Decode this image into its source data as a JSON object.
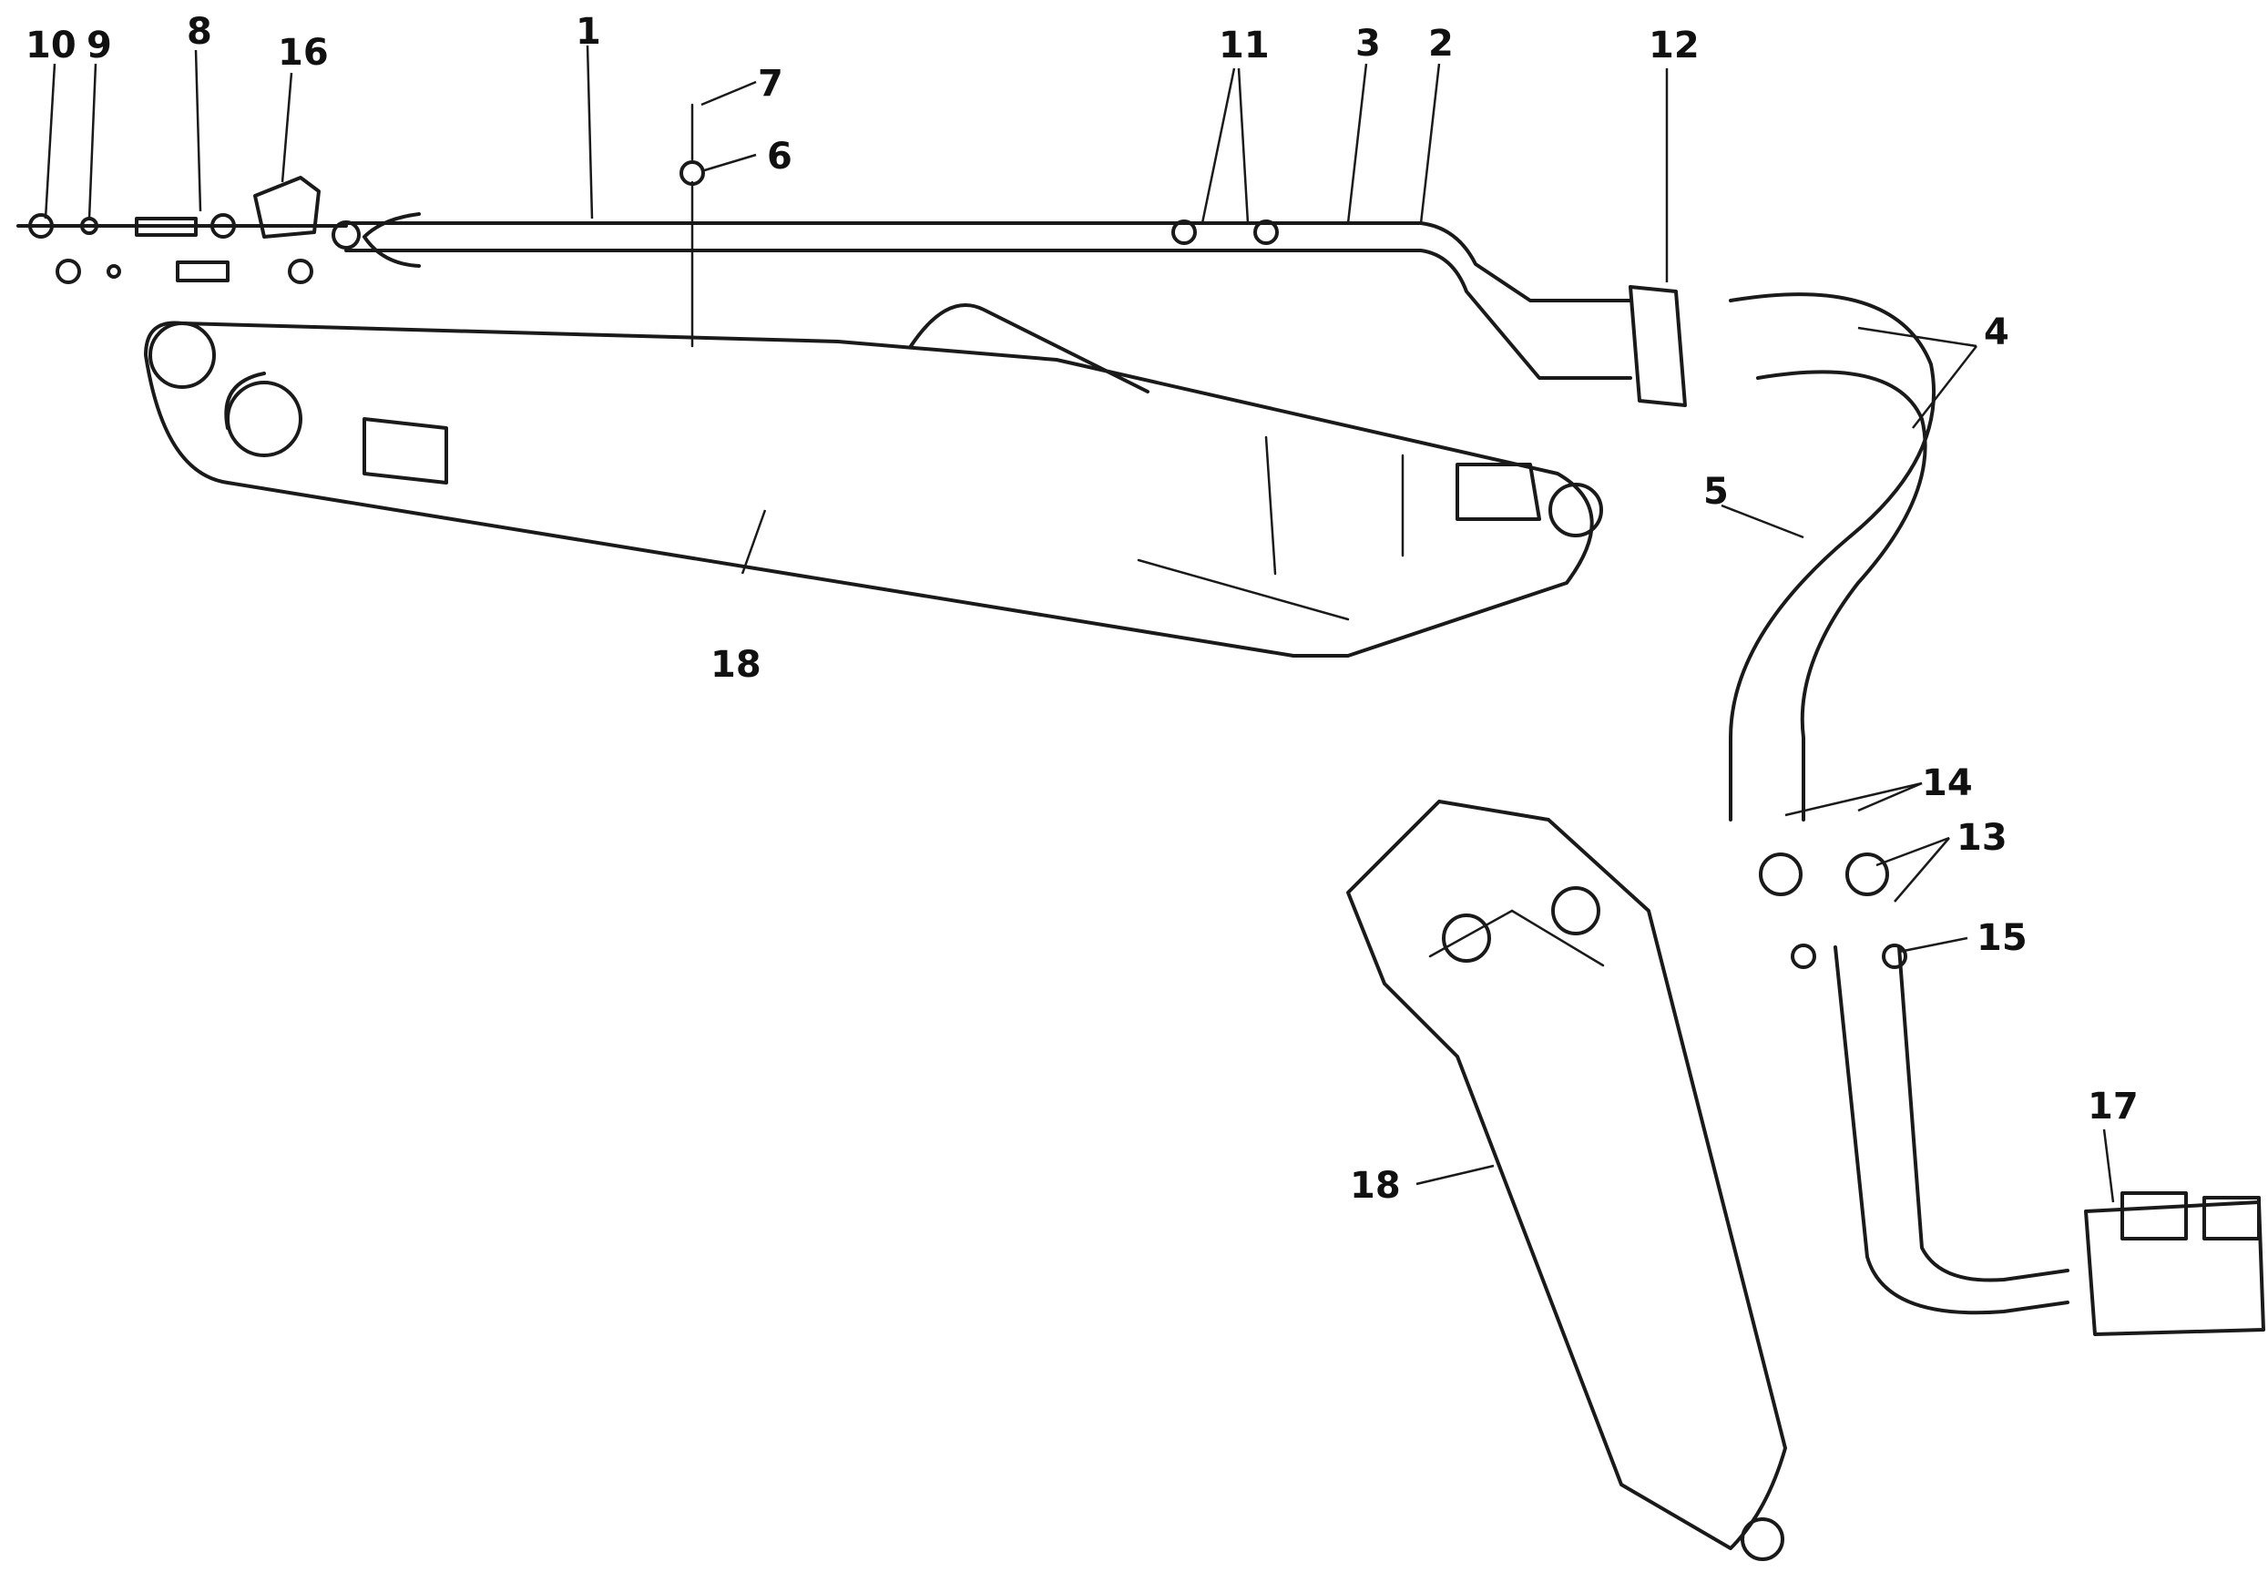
{
  "diagram": {
    "callouts": {
      "c10": "10",
      "c9": "9",
      "c8": "8",
      "c16": "16",
      "c1": "1",
      "c7": "7",
      "c6": "6",
      "c11": "11",
      "c3": "3",
      "c2": "2",
      "c12": "12",
      "c4": "4",
      "c5": "5",
      "c14": "14",
      "c13": "13",
      "c15": "15",
      "c17": "17",
      "c18a": "18",
      "c18b": "18"
    },
    "reference": {
      "line1": "",
      "line2": "",
      "code": ""
    }
  }
}
